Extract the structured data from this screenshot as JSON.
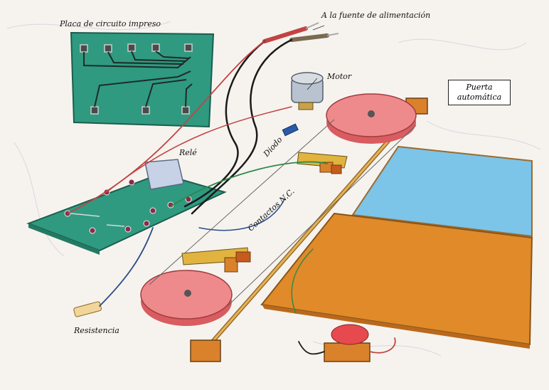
{
  "labels": {
    "pcb": "Placa de circuito impreso",
    "power": "A la fuente de alimentación",
    "motor": "Motor",
    "relay": "Relé",
    "diode": "Diodo",
    "contacts": "Contactos N.C.",
    "resistor": "Resistencia",
    "door_line1": "Puerta",
    "door_line2": "automática"
  },
  "colors": {
    "background": "#f6f3ee",
    "board": "#2f9a80",
    "pulley": "#e8777a",
    "door_orange": "#e08a2a",
    "glass_blue": "#7cc4e8",
    "rail": "#d9a542",
    "wire_black": "#1a1a1a",
    "wire_red": "#c24343",
    "wire_blue": "#2b4c8a",
    "wire_green": "#2a8a4a"
  },
  "icons": [
    "pcb-board",
    "relay-box",
    "motor",
    "diode",
    "resistor",
    "pulley",
    "limit-switch",
    "push-button",
    "sliding-door",
    "power-plug"
  ]
}
